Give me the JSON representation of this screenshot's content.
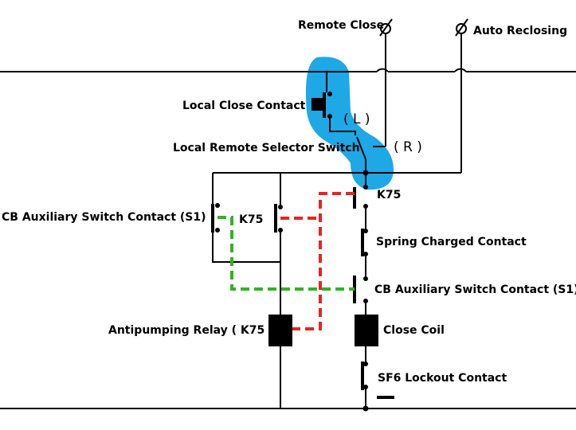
{
  "labels": {
    "remote_close": "Remote Close",
    "auto_reclosing": "Auto Reclosing",
    "local_close_contact": "Local Close Contact",
    "local_mark": "( L )",
    "selector_switch": "Local Remote Selector Switch",
    "remote_mark": "( R )",
    "k75_right": "K75",
    "k75_left": "K75",
    "cb_aux_left": "CB Auxiliary Switch Contact (S1)",
    "spring_charged": "Spring Charged Contact",
    "cb_aux_right": "CB Auxiliary Switch Contact (S1)",
    "antipumping_relay": "Antipumping Relay ( K75 )",
    "close_coil": "Close Coil",
    "sf6_lockout": "SF6 Lockout Contact"
  },
  "colors": {
    "highlight": "#1ea8e6",
    "dashed_green": "#2fb520",
    "dashed_red": "#e8241e",
    "wire": "#000000"
  }
}
